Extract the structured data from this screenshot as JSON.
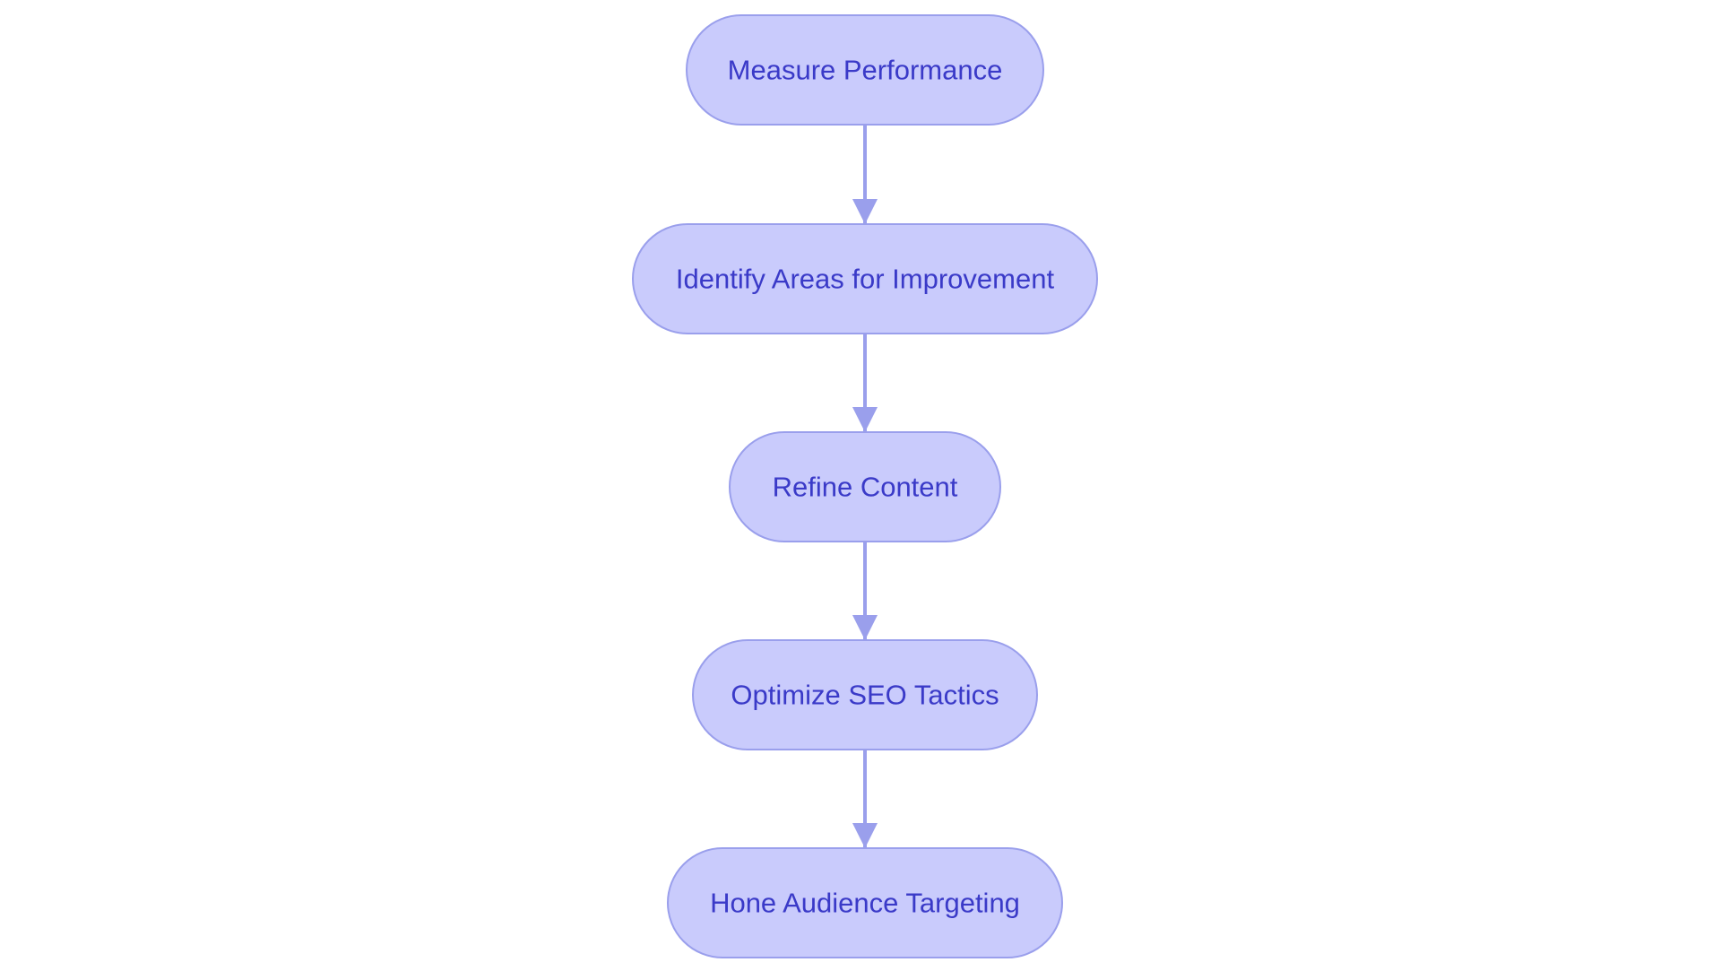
{
  "colors": {
    "background": "#ffffff",
    "node_fill": "#c9cbfc",
    "node_stroke": "#9a9fec",
    "node_text": "#3a3ac8",
    "edge": "#9a9fec"
  },
  "nodes": [
    {
      "id": "measure",
      "label": "Measure Performance"
    },
    {
      "id": "identify",
      "label": "Identify Areas for Improvement"
    },
    {
      "id": "refine",
      "label": "Refine Content"
    },
    {
      "id": "optimize",
      "label": "Optimize SEO Tactics"
    },
    {
      "id": "hone",
      "label": "Hone Audience Targeting"
    }
  ],
  "edges": [
    {
      "from": "measure",
      "to": "identify"
    },
    {
      "from": "identify",
      "to": "refine"
    },
    {
      "from": "refine",
      "to": "optimize"
    },
    {
      "from": "optimize",
      "to": "hone"
    }
  ]
}
